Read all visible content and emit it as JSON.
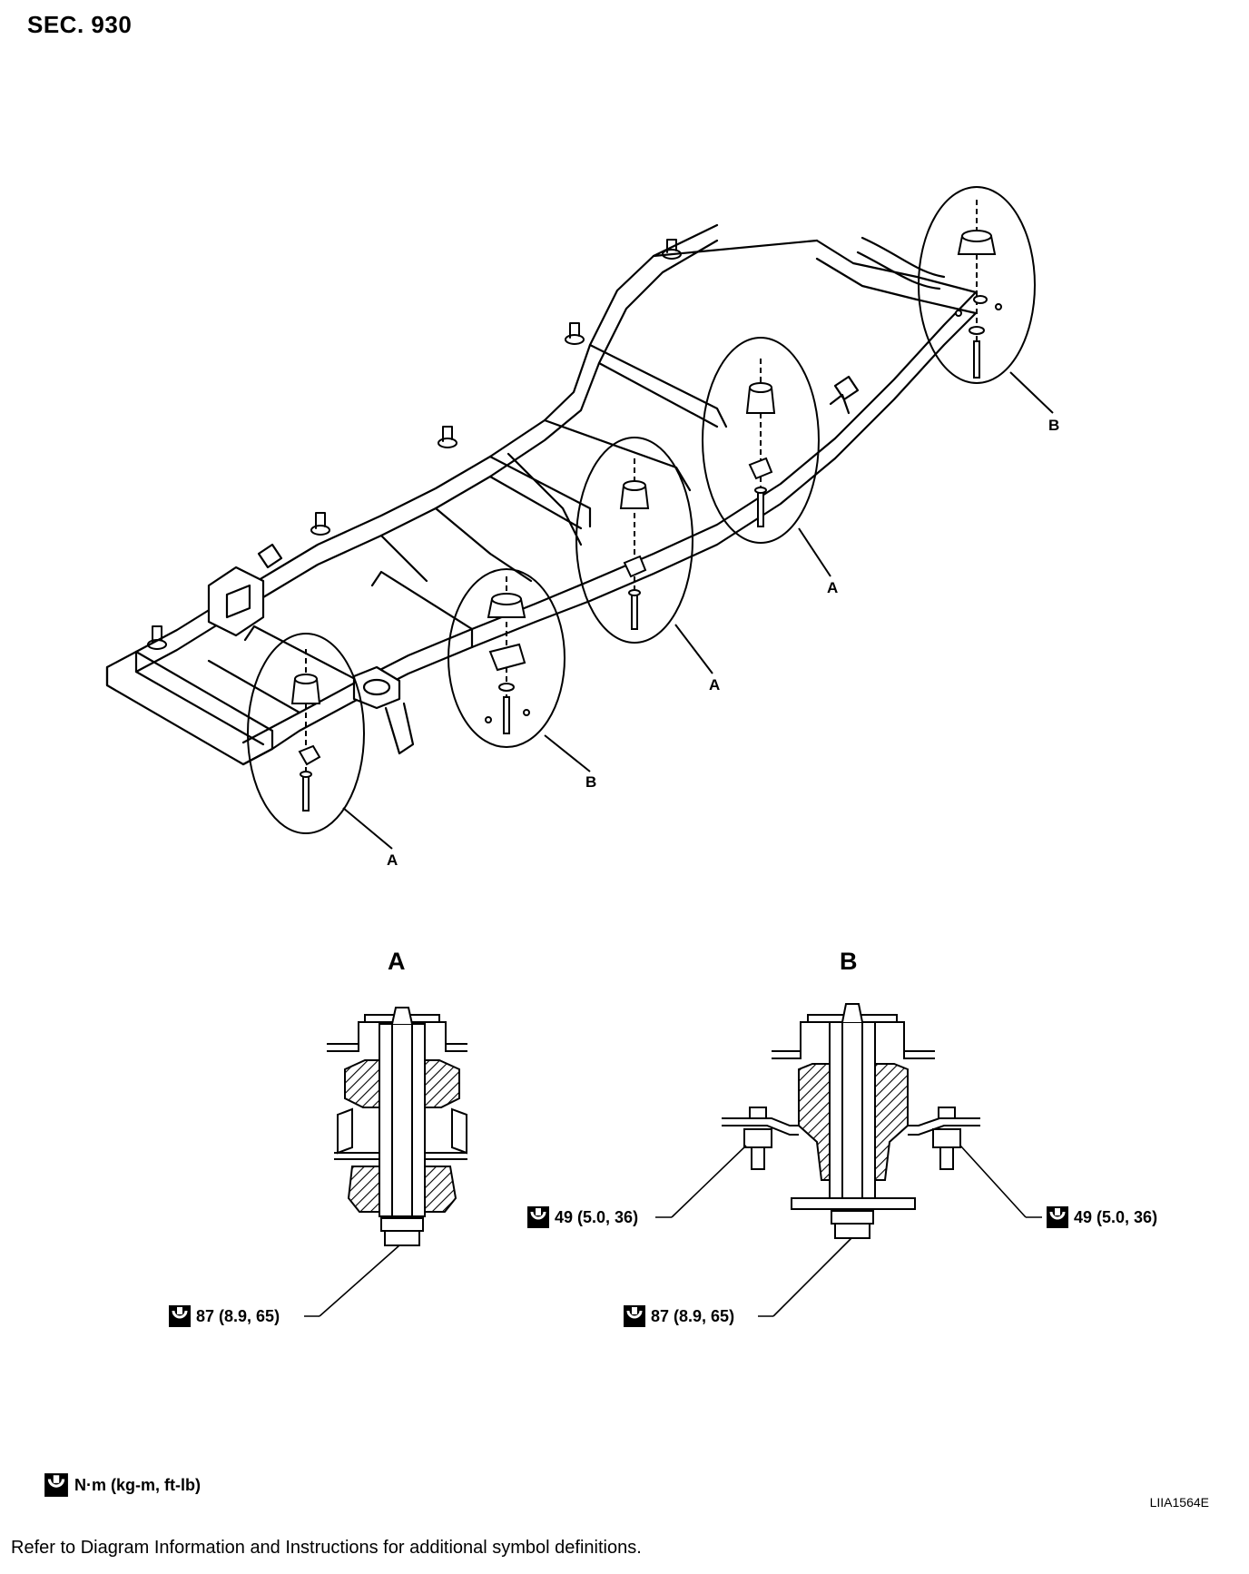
{
  "section_label": "SEC. 930",
  "callouts": {
    "a1": "A",
    "a2": "A",
    "a3": "A",
    "b1": "B",
    "b2": "B"
  },
  "details": {
    "a_title": "A",
    "b_title": "B"
  },
  "torque": {
    "a_bolt": "87 (8.9, 65)",
    "b_bolt": "87 (8.9, 65)",
    "b_nut_left": "49 (5.0, 36)",
    "b_nut_right": "49 (5.0, 36)"
  },
  "legend_text": "N·m (kg-m, ft-lb)",
  "figure_id": "LIIA1564E",
  "footer_text": "Refer to Diagram Information and Instructions for additional symbol definitions.",
  "icons": {
    "torque": "torque-wrench-icon"
  }
}
